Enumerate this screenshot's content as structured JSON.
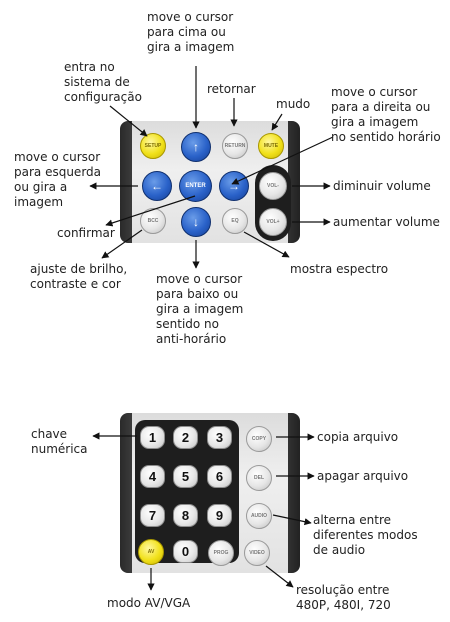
{
  "remote1": {
    "buttons": {
      "setup": "SETUP",
      "return": "RETURN",
      "mute": "MUTE",
      "enter": "ENTER",
      "vol_minus": "VOL-",
      "vol_plus": "VOL+",
      "bcc": "BCC",
      "eq": "EQ"
    }
  },
  "remote2": {
    "buttons": {
      "n1": "1",
      "n2": "2",
      "n3": "3",
      "n4": "4",
      "n5": "5",
      "n6": "6",
      "n7": "7",
      "n8": "8",
      "n9": "9",
      "n0": "0",
      "copy": "COPY",
      "del": "DEL",
      "audio": "AUDIO",
      "av": "AV",
      "prog": "PROG",
      "video": "VIDEO"
    }
  },
  "labels": {
    "up": "move o cursor\npara cima ou\ngira a imagem",
    "setup": "entra no\nsistema de\nconfiguração",
    "return": "retornar",
    "mute": "mudo",
    "right": "move o cursor\npara a direita ou\ngira a imagem\nno sentido horário",
    "left": "move o cursor\npara esquerda\nou gira a\nimagem",
    "vol_down": "diminuir volume",
    "vol_up": "aumentar volume",
    "confirm": "confirmar",
    "bcc": "ajuste de brilho,\ncontraste e cor",
    "down": "move o cursor\npara baixo ou\ngira a imagem\nsentido no\nanti-horário",
    "eq": "mostra espectro",
    "numeric": "chave\nnumérica",
    "copy": "copia arquivo",
    "del": "apagar arquivo",
    "audio": "alterna entre\ndiferentes modos\nde audio",
    "av": "modo AV/VGA",
    "resolution": "resolução entre\n480P, 480I, 720"
  }
}
